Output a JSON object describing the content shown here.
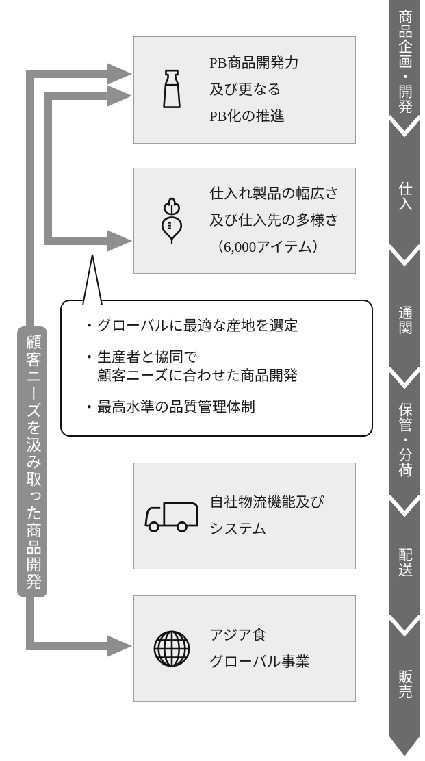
{
  "colors": {
    "process_bar": "#6b6b6b",
    "arrow_gray": "#8e8e8e",
    "box_bg": "#ededed",
    "box_border": "#9e9e9e",
    "callout_border": "#111111"
  },
  "left_flow": {
    "label": "顧客ニーズを汲み取った商品開発"
  },
  "boxes": [
    {
      "icon": "sake-bottle-icon",
      "lines": [
        "PB商品開発力",
        "及び更なる",
        "PB化の推進"
      ]
    },
    {
      "icon": "radish-icon",
      "lines": [
        "仕入れ製品の幅広さ",
        "及び仕入先の多様さ",
        "（6,000アイテム）"
      ]
    },
    {
      "icon": "truck-icon",
      "lines": [
        "自社物流機能及び",
        "システム"
      ]
    },
    {
      "icon": "globe-icon",
      "lines": [
        "アジア食",
        "グローバル事業"
      ]
    }
  ],
  "callout": {
    "items": [
      {
        "bullet": "・",
        "lines": [
          "グローバルに最適な産地を選定"
        ]
      },
      {
        "bullet": "・",
        "lines": [
          "生産者と協同で",
          "顧客ニーズに合わせた商品開発"
        ]
      },
      {
        "bullet": "・",
        "lines": [
          "最高水準の品質管理体制"
        ]
      }
    ]
  },
  "process_bar": {
    "steps": [
      {
        "label": "商品企画・開発"
      },
      {
        "label": "仕入"
      },
      {
        "label": "通関"
      },
      {
        "label": "保管・分荷"
      },
      {
        "label": "配送"
      },
      {
        "label": "販売"
      }
    ]
  }
}
